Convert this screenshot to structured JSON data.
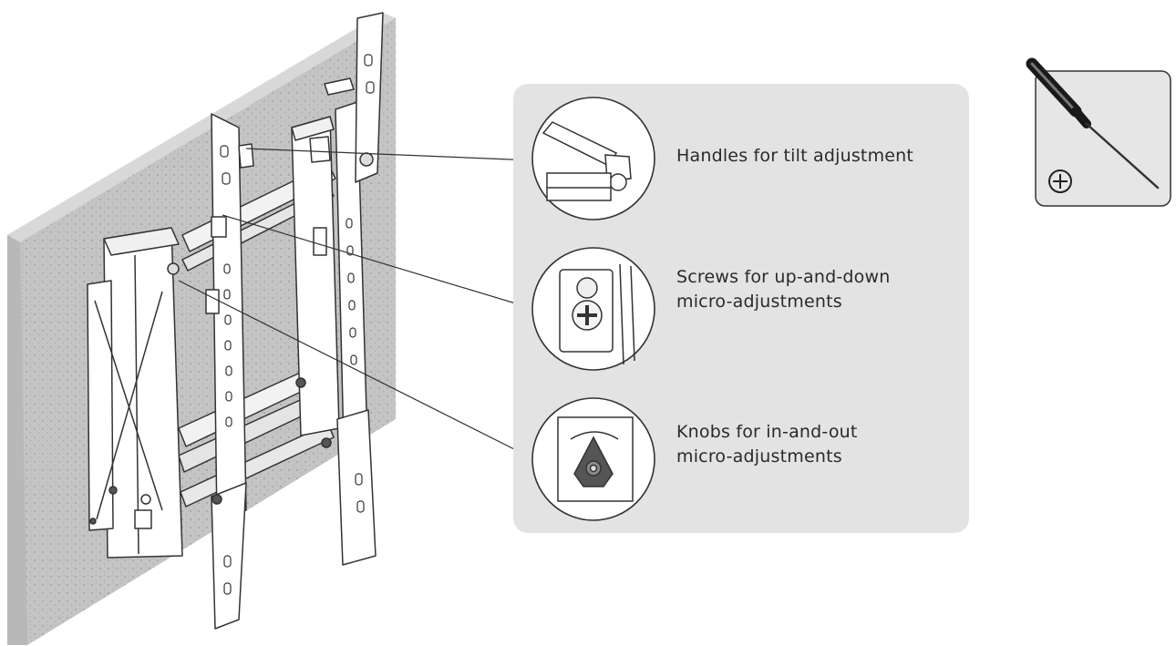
{
  "callouts": [
    {
      "lines": [
        "Handles for tilt adjustment"
      ],
      "icon": "lever-handle-icon"
    },
    {
      "lines": [
        "Screws for up-and-down",
        "micro-adjustments"
      ],
      "icon": "phillips-screw-icon"
    },
    {
      "lines": [
        "Knobs for in-and-out",
        "micro-adjustments"
      ],
      "icon": "star-knob-icon"
    }
  ],
  "tool": {
    "icon": "phillips-screwdriver-icon",
    "symbol": "⊕"
  },
  "colors": {
    "panel": "#e3e3e3",
    "line": "#333333",
    "wall": "#c2c2c2",
    "metal": "#ffffff"
  }
}
